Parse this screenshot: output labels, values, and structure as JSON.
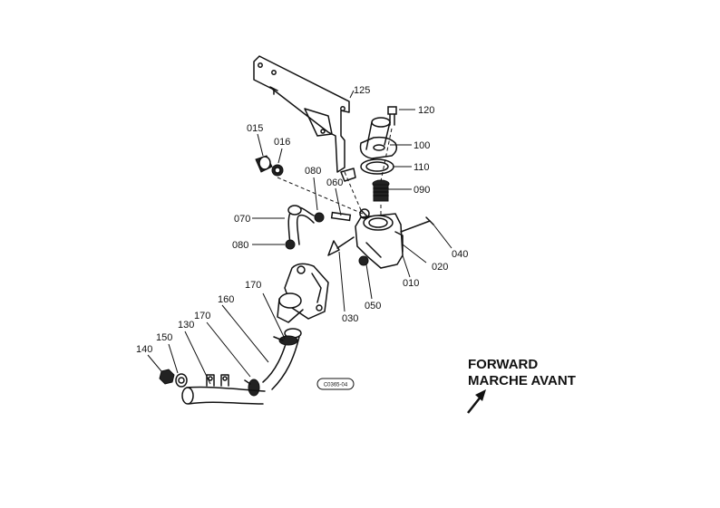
{
  "callouts": {
    "c010": "010",
    "c015": "015",
    "c016": "016",
    "c020": "020",
    "c030": "030",
    "c040": "040",
    "c050": "050",
    "c060": "060",
    "c070": "070",
    "c080a": "080",
    "c080b": "080",
    "c090": "090",
    "c100": "100",
    "c110": "110",
    "c120": "120",
    "c125": "125",
    "c130": "130",
    "c140": "140",
    "c150": "150",
    "c160": "160",
    "c170a": "170",
    "c170b": "170"
  },
  "direction": {
    "line1": "FORWARD",
    "line2": "MARCHE AVANT"
  },
  "drawing_code": "C0365-04"
}
